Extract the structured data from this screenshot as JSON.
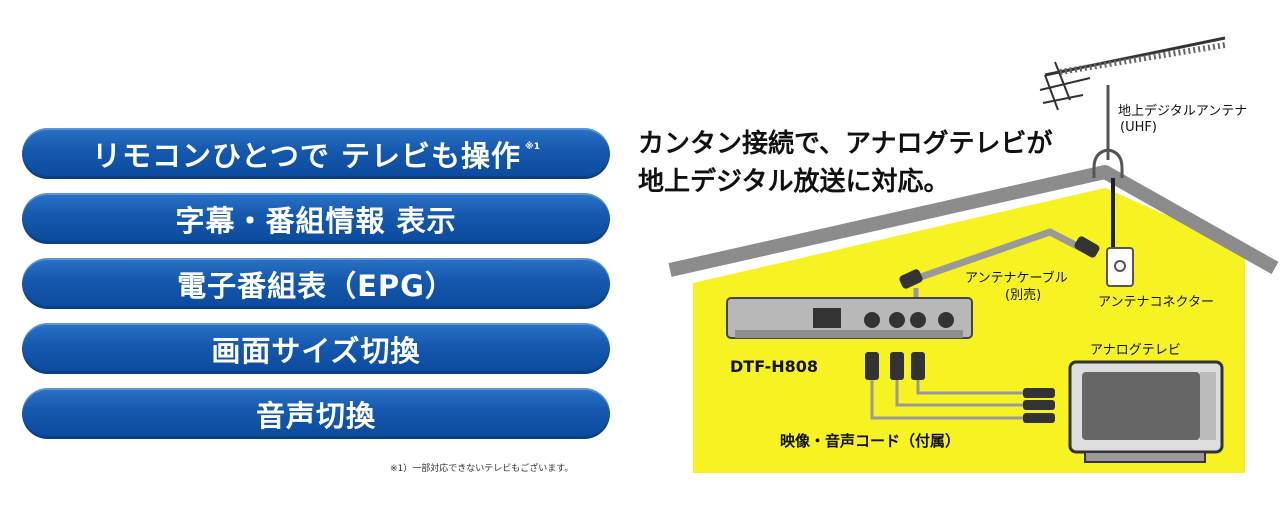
{
  "features": [
    {
      "label": "リモコンひとつで テレビも操作",
      "note_mark": "※1"
    },
    {
      "label": "字幕・番組情報 表示",
      "note_mark": ""
    },
    {
      "label": "電子番組表（EPG）",
      "note_mark": ""
    },
    {
      "label": "画面サイズ切換",
      "note_mark": ""
    },
    {
      "label": "音声切換",
      "note_mark": ""
    }
  ],
  "footnote": "※1）一部対応できないテレビもございます。",
  "diagram": {
    "headline_line1": "カンタン接続で、アナログテレビが",
    "headline_line2": "地上デジタル放送に対応。",
    "antenna_label": "地上デジタルアンテナ",
    "antenna_sub": "(UHF)",
    "cable_label": "アンテナケーブル",
    "cable_sub": "(別売)",
    "connector_label": "アンテナコネクター",
    "device_label": "DTF-H808",
    "tv_label": "アナログテレビ",
    "av_cord_label": "映像・音声コード（付属）",
    "colors": {
      "house_fill": "#f7f221",
      "roof": "#8c8c8c",
      "pill": "#1558ad"
    }
  }
}
